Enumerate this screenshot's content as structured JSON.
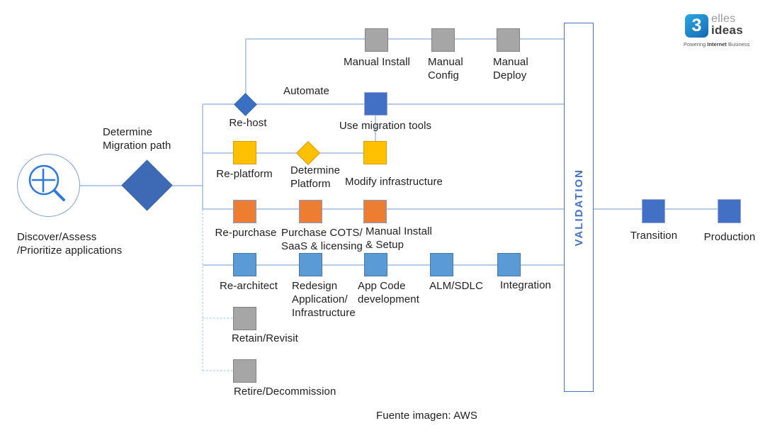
{
  "diagram_title_hint": "AWS migration strategies flow (6 R's)",
  "colors": {
    "accent_blue": "#4472C4",
    "light_blue": "#5B9BD5",
    "yellow": "#FFC000",
    "orange": "#ED7D31",
    "gray": "#A6A6A6",
    "connector": "#9DB8E4",
    "validation_text": "#4472C4",
    "logo_blue": "#1D7DC4"
  },
  "start": {
    "label": "Discover/Assess\n/Prioritize applications"
  },
  "decision": {
    "label": "Determine\nMigration path"
  },
  "rehost": {
    "label": "Re-host",
    "automate": "Automate",
    "use_migration_tools": "Use migration tools",
    "manual_install": "Manual Install",
    "manual_config": "Manual\nConfig",
    "manual_deploy": "Manual\nDeploy"
  },
  "replatform": {
    "label": "Re-platform",
    "determine_platform": "Determine\nPlatform",
    "modify_infrastructure": "Modify infrastructure"
  },
  "repurchase": {
    "label": "Re-purchase",
    "purchase_cots": "Purchase COTS/\nSaaS & licensing",
    "manual_install_setup": "Manual Install\n& Setup"
  },
  "rearchitect": {
    "label": "Re-architect",
    "redesign": "Redesign\nApplication/\nInfrastructure",
    "app_code": "App Code\ndevelopment",
    "alm_sdlc": "ALM/SDLC",
    "integration": "Integration"
  },
  "retain": {
    "label": "Retain/Revisit"
  },
  "retire": {
    "label": "Retire/Decommission"
  },
  "validation": {
    "label": "VALIDATION"
  },
  "outcome": {
    "transition": "Transition",
    "production": "Production"
  },
  "caption": "Fuente imagen: AWS",
  "logo": {
    "number": "3",
    "word1": "elles",
    "word2": "ideas",
    "tagline_pre": "Powering",
    "tagline_bold": "Internet",
    "tagline_post": "Business"
  }
}
